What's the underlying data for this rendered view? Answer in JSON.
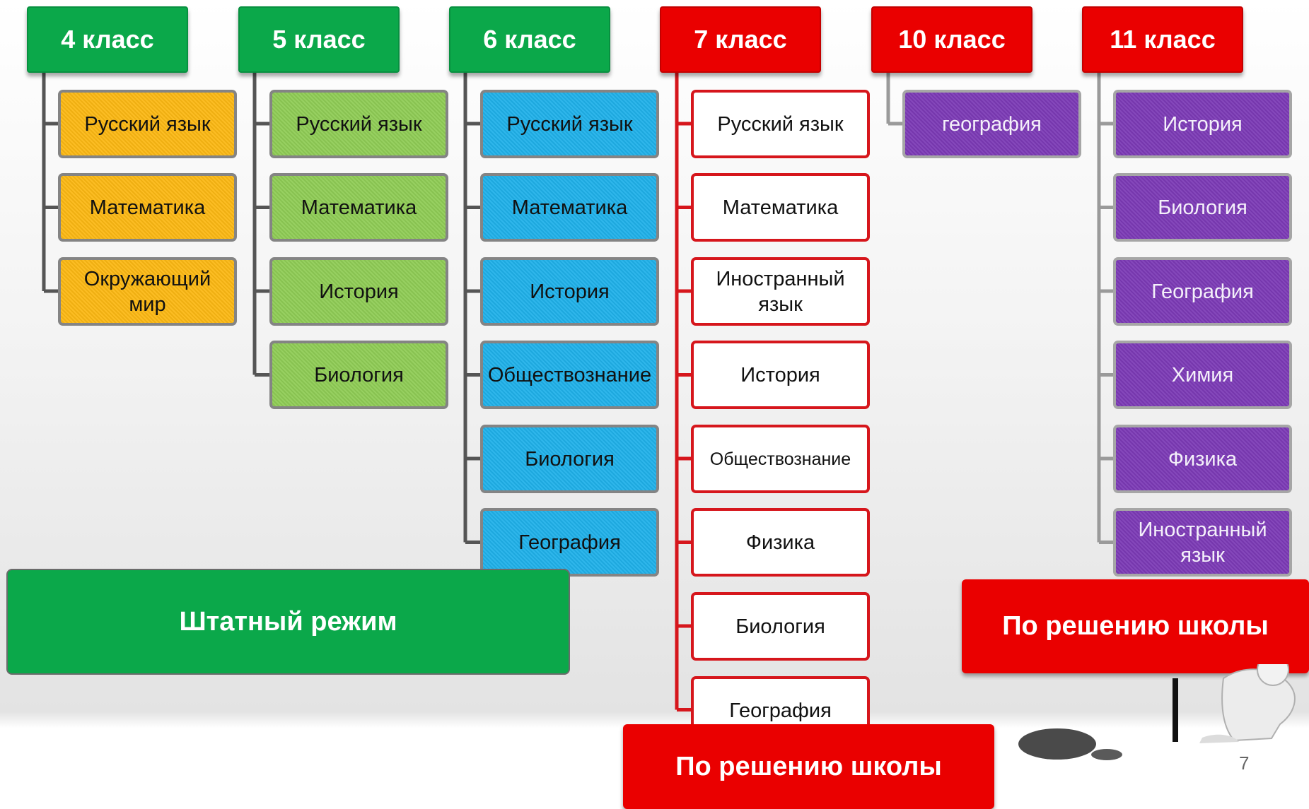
{
  "columns": [
    {
      "header": "4 класс",
      "items": [
        "Русский язык",
        "Математика",
        "Окружающий мир"
      ]
    },
    {
      "header": "5 класс",
      "items": [
        "Русский язык",
        "Математика",
        "История",
        "Биология"
      ]
    },
    {
      "header": "6 класс",
      "items": [
        "Русский язык",
        "Математика",
        "История",
        "Обществознание",
        "Биология",
        "География"
      ]
    },
    {
      "header": "7 класс",
      "items": [
        "Русский язык",
        "Математика",
        "Иностранный язык",
        "История",
        "Обществознание",
        "Физика",
        "Биология",
        "География"
      ]
    },
    {
      "header": "10 класс",
      "items": [
        "география"
      ]
    },
    {
      "header": "11 класс",
      "items": [
        "История",
        "Биология",
        "География",
        "Химия",
        "Физика",
        "Иностранный язык"
      ]
    }
  ],
  "banners": {
    "regular": "Штатный режим",
    "school_decision_top": "По решению школы",
    "school_decision_bottom": "По решению школы"
  },
  "page_number": "7",
  "colors": {
    "green": "#0ba84a",
    "red": "#ea0000",
    "orange": "#fcb813",
    "light_green": "#8fcc55",
    "blue": "#1fb1ea",
    "purple": "#7c3ab6",
    "connector_grey": "#555555",
    "connector_red": "#d6161c"
  }
}
